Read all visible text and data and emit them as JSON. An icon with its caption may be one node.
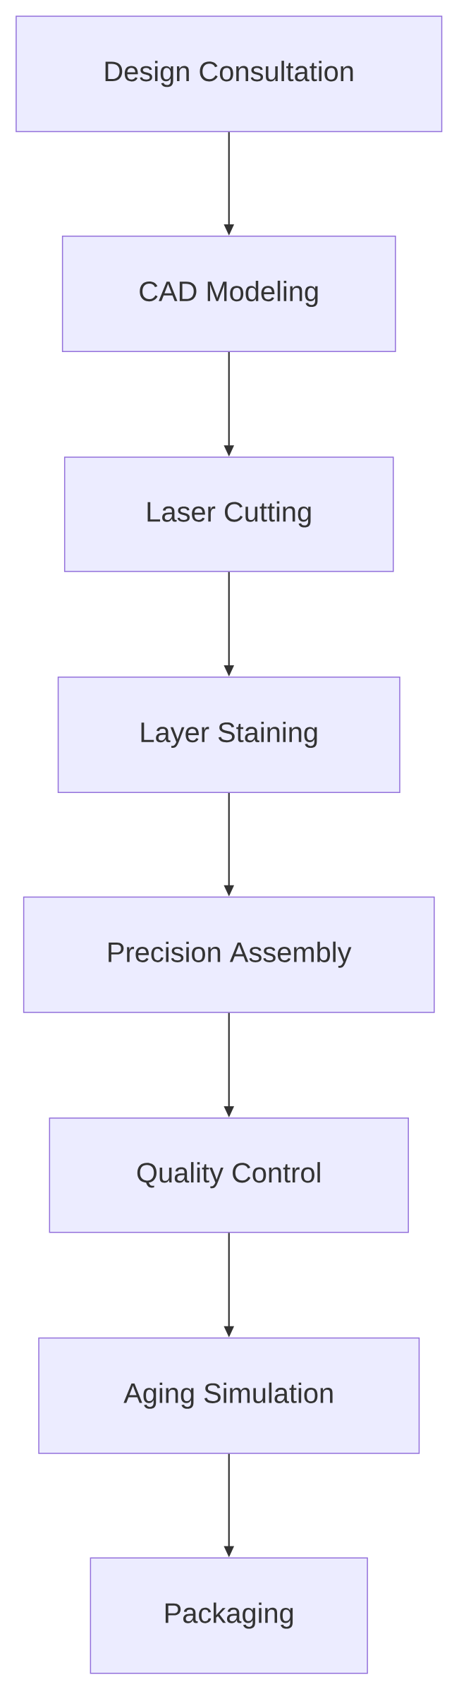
{
  "diagram": {
    "nodes": [
      {
        "text": [
          "Design Consultation"
        ]
      },
      {
        "text": [
          "CAD Modeling"
        ]
      },
      {
        "text": [
          "Laser Cutting"
        ]
      },
      {
        "text": [
          "Layer Staining"
        ]
      },
      {
        "text": [
          "Precision Assembly"
        ]
      },
      {
        "text": [
          "Quality Control"
        ]
      },
      {
        "text": [
          "Aging Simulation"
        ]
      },
      {
        "text": [
          "Packaging"
        ]
      }
    ],
    "edges": [
      {
        "from": 0,
        "to": 1,
        "arrow": "to"
      },
      {
        "from": 1,
        "to": 2,
        "arrow": "to"
      },
      {
        "from": 2,
        "to": 3,
        "arrow": "to"
      },
      {
        "from": 3,
        "to": 4,
        "arrow": "to"
      },
      {
        "from": 4,
        "to": 5,
        "arrow": "to"
      },
      {
        "from": 5,
        "to": 6,
        "arrow": "to"
      },
      {
        "from": 6,
        "to": 7,
        "arrow": "to"
      }
    ]
  }
}
